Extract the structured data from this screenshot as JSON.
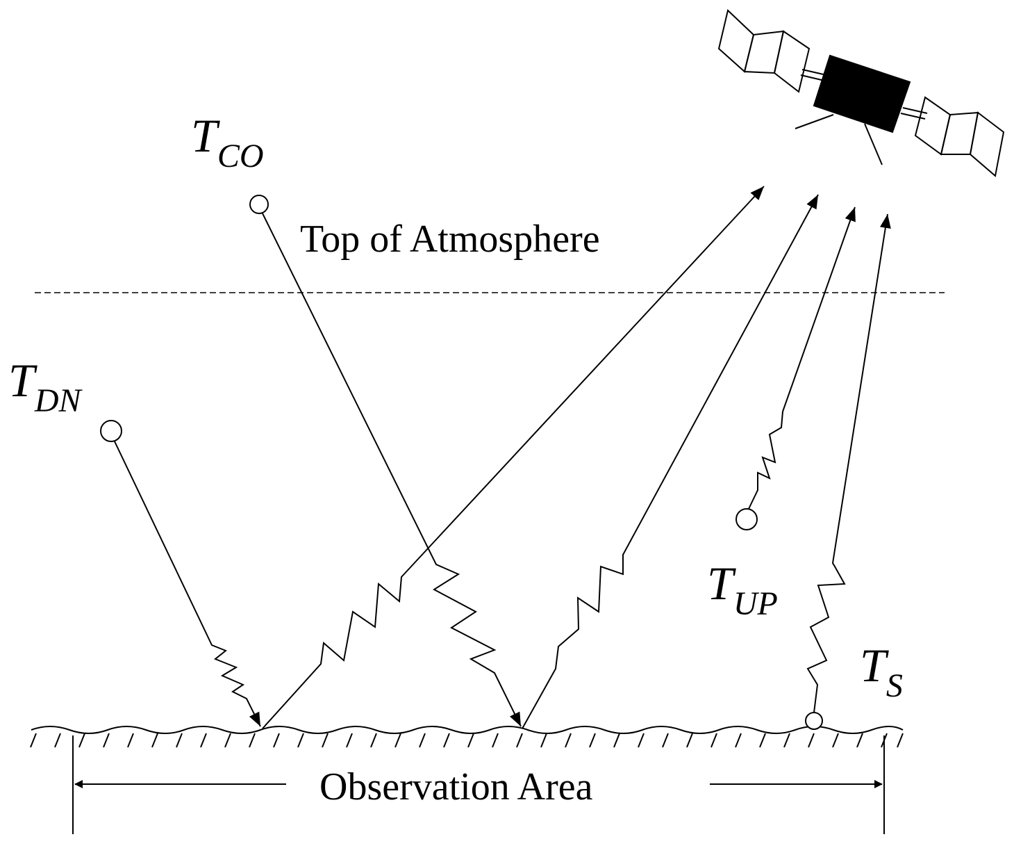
{
  "diagram": {
    "toa_label": "Top of Atmosphere",
    "area_label": "Observation Area",
    "symbols": {
      "t_co": {
        "main": "T",
        "sub": "CO"
      },
      "t_dn": {
        "main": "T",
        "sub": "DN"
      },
      "t_up": {
        "main": "T",
        "sub": "UP"
      },
      "t_s": {
        "main": "T",
        "sub": "S"
      }
    }
  }
}
